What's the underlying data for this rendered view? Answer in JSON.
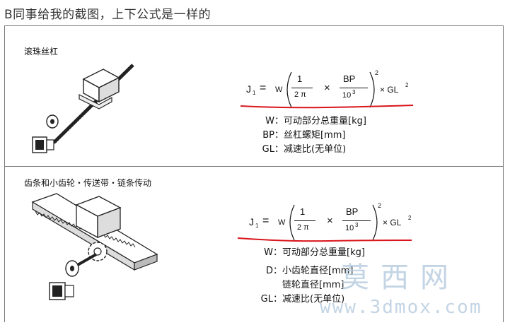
{
  "caption": "B同事给我的截图，上下公式是一样的",
  "sections": [
    {
      "title": "滚珠丝杠",
      "formula": {
        "lhs": "J",
        "lhs_sub": "1",
        "eq": "=",
        "w": "W",
        "num1": "1",
        "den1": "2 π",
        "times": "×",
        "num2": "BP",
        "den2_base": "10",
        "den2_exp": "3",
        "power": "2",
        "gl": "× GL",
        "gl_exp": "2"
      },
      "legend": [
        {
          "key": "W",
          "sep": "：",
          "desc": "可动部分总重量[kg]"
        },
        {
          "key": "BP",
          "sep": "：",
          "desc": "丝杠螺矩[mm]"
        },
        {
          "key": "GL",
          "sep": "：",
          "desc": "减速比(无单位)"
        }
      ]
    },
    {
      "title": "齿条和小齿轮・传送带・链条传动",
      "formula": {
        "lhs": "J",
        "lhs_sub": "1",
        "eq": "=",
        "w": "W",
        "num1": "1",
        "den1": "2 π",
        "times": "×",
        "num2": "BP",
        "den2_base": "10",
        "den2_exp": "3",
        "power": "2",
        "gl": "× GL",
        "gl_exp": "2"
      },
      "legend": [
        {
          "key": "W",
          "sep": "：",
          "desc": "可动部分总重量[kg]"
        },
        {
          "key": "D",
          "sep": "：",
          "desc": "小齿轮直径[mm]"
        },
        {
          "key": "",
          "sep": "",
          "desc": "链轮直径[mm]"
        },
        {
          "key": "GL",
          "sep": "：",
          "desc": "减速比(无单位)"
        }
      ]
    }
  ],
  "watermark": {
    "cn": "莫西网",
    "url": "www.3dmox.com"
  },
  "colors": {
    "underline": "#d9151b",
    "watermark": "#b9cde0",
    "border": "#777777"
  }
}
